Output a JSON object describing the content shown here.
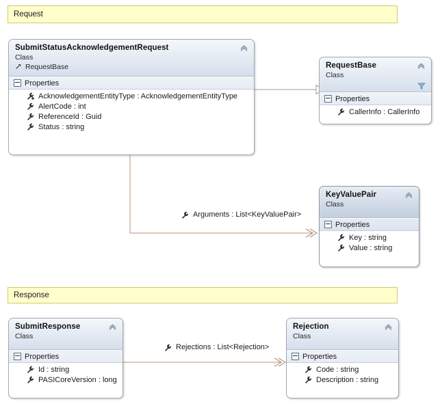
{
  "diagram": {
    "type": "uml-class-diagram",
    "background": "#ffffff",
    "accent_connector": "#b5927a",
    "inherit_connector": "#9d9d9d",
    "banner_fill": "#ffffcc",
    "banner_border": "#d4c86a"
  },
  "banners": [
    {
      "name": "request-banner",
      "label": "Request"
    },
    {
      "name": "response-banner",
      "label": "Response"
    }
  ],
  "classes": [
    {
      "id": "submit-status-acknowledgement-request",
      "title": "SubmitStatusAcknowledgementRequest",
      "stereotype": "Class",
      "base": "RequestBase",
      "compartment": "Properties",
      "selected": false,
      "members": [
        {
          "text": "AcknowledgementEntityType : AcknowledgementEntityType",
          "icon": "wrench-icon"
        },
        {
          "text": "AlertCode : int",
          "icon": "wrench-icon"
        },
        {
          "text": "ReferenceId : Guid",
          "icon": "wrench-icon"
        },
        {
          "text": "Status : string",
          "icon": "wrench-icon"
        }
      ]
    },
    {
      "id": "request-base",
      "title": "RequestBase",
      "stereotype": "Class",
      "base": "",
      "compartment": "Properties",
      "selected": false,
      "members": [
        {
          "text": "CallerInfo : CallerInfo",
          "icon": "wrench-icon"
        }
      ]
    },
    {
      "id": "key-value-pair",
      "title": "KeyValuePair",
      "stereotype": "Class",
      "base": "",
      "compartment": "Properties",
      "selected": true,
      "members": [
        {
          "text": "Key : string",
          "icon": "wrench-icon"
        },
        {
          "text": "Value : string",
          "icon": "wrench-icon"
        }
      ]
    },
    {
      "id": "submit-response",
      "title": "SubmitResponse",
      "stereotype": "Class",
      "base": "",
      "compartment": "Properties",
      "selected": false,
      "members": [
        {
          "text": "Id : string",
          "icon": "wrench-icon"
        },
        {
          "text": "PASICoreVersion : long",
          "icon": "wrench-icon"
        }
      ]
    },
    {
      "id": "rejection",
      "title": "Rejection",
      "stereotype": "Class",
      "base": "",
      "compartment": "Properties",
      "selected": false,
      "members": [
        {
          "text": "Code : string",
          "icon": "wrench-icon"
        },
        {
          "text": "Description : string",
          "icon": "wrench-icon"
        }
      ]
    }
  ],
  "connectors": [
    {
      "id": "inheritance-request-base",
      "kind": "inheritance",
      "from": "submit-status-acknowledgement-request",
      "to": "request-base",
      "label": ""
    },
    {
      "id": "association-arguments",
      "kind": "association",
      "from": "submit-status-acknowledgement-request",
      "to": "key-value-pair",
      "label": "Arguments : List<KeyValuePair>"
    },
    {
      "id": "association-rejections",
      "kind": "association",
      "from": "submit-response",
      "to": "rejection",
      "label": "Rejections : List<Rejection>"
    }
  ]
}
